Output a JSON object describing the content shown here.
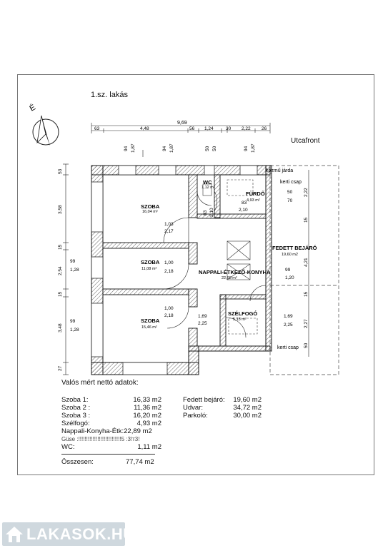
{
  "drawing": {
    "title": "1.sz. lakás",
    "street_front": "Utcafront",
    "north": "É",
    "labels": {
      "kozmu": "közmű járda",
      "kerti_csap_top": "kerti csap",
      "kerti_csap_bottom": "kerti csap"
    },
    "rooms": [
      {
        "name": "SZOBA",
        "area": "16,04 m²"
      },
      {
        "name": "SZOBA",
        "area": "11,08 m²"
      },
      {
        "name": "SZOBA",
        "area": "15,46 m²"
      },
      {
        "name": "WC",
        "area": "1,12 m²"
      },
      {
        "name": "FÜRDŐ",
        "area": "4,93 m²"
      },
      {
        "name": "FEDETT BEJÁRÓ",
        "area": "19,60 m2"
      },
      {
        "name": "NAPPALI-ÉTKEZŐ-KONYHA",
        "area": "22,68 m²"
      },
      {
        "name": "SZÉLFOGÓ",
        "area": "5,15 m²"
      }
    ],
    "dims_top_total": "9,69",
    "dims_top": [
      "63",
      "4,48",
      "56",
      "1,24",
      "30",
      "2,22",
      "26"
    ],
    "dims_top_openings": [
      [
        "94",
        "1,87"
      ],
      [
        "94",
        "1,87"
      ],
      [
        "50",
        "50"
      ],
      [
        "94",
        "1,87"
      ]
    ],
    "dims_left": [
      "53",
      "3,58",
      "15",
      "2,54",
      "15",
      "3,48",
      "27"
    ],
    "door_dims": [
      [
        "1,03",
        "2,17"
      ],
      [
        "1,00",
        "2,18"
      ],
      [
        "1,00",
        "2,18"
      ],
      [
        "83",
        "2,10"
      ],
      [
        "83",
        "2,10"
      ],
      [
        "1,69",
        "2,25"
      ],
      [
        "99",
        "1,28"
      ],
      [
        "99",
        "1,28"
      ],
      [
        "50",
        "70"
      ],
      [
        "99",
        "1,20"
      ],
      [
        "1,69",
        "2,25"
      ]
    ],
    "dims_right": [
      "2,22",
      "15",
      "4,21",
      "15",
      "2,27",
      "50"
    ]
  },
  "summary": {
    "heading": "Valós mért nettó adatok:",
    "left": [
      {
        "label": "Szoba 1:",
        "value": "16,33 m2"
      },
      {
        "label": "Szoba 2 :",
        "value": "11,36 m2"
      },
      {
        "label": "Szoba 3 :",
        "value": "16,20 m2"
      },
      {
        "label": "Szélfogó:",
        "value": "4,93 m2"
      },
      {
        "label": "Nappali-Konyha-Étk:22,89 m2",
        "value": ""
      },
      {
        "label": "Güse :!!!!!!!!!!!!!!!!!!!!!!!!!!!5 :3!т3!",
        "value": ""
      },
      {
        "label": "WC:",
        "value": "1,11 m2"
      }
    ],
    "right": [
      {
        "label": "Fedett bejáró:",
        "value": "19,60 m2"
      },
      {
        "label": "Udvar:",
        "value": "34,72 m2"
      },
      {
        "label": "Parkoló:",
        "value": "30,00 m2"
      }
    ],
    "total_label": "Összesen:",
    "total_value": "77,74 m2"
  },
  "brand": {
    "logo_text": "LAKASOK.HU"
  }
}
